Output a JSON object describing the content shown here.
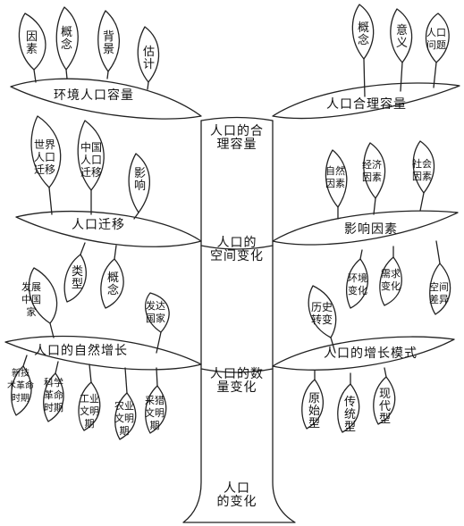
{
  "trunk": {
    "bottom": "人口\n的变化",
    "level1": "人口的数\n量变化",
    "level2": "人口的\n空间变化",
    "level3": "人口的合\n理容量"
  },
  "branches": {
    "capacity_env": {
      "title": "环境人口容量",
      "leaves": [
        "因\n素",
        "概\n念",
        "背\n景",
        "估\n计"
      ]
    },
    "capacity_reason": {
      "title": "人口合理容量",
      "leaves": [
        "概\n念",
        "意\n义",
        "人口\n问题"
      ]
    },
    "migration": {
      "title": "人口迁移",
      "leaves": [
        "世界\n人口\n迁移",
        "中国\n人口\n迁移",
        "影\n响",
        "类\n型",
        "概\n念"
      ]
    },
    "factors": {
      "title": "影响因素",
      "leaves": [
        "自然\n因素",
        "经济\n因素",
        "社会\n因素",
        "环境\n变化",
        "需求\n变化",
        "空间\n差异"
      ]
    },
    "natural_growth": {
      "title": "人口的自然增长",
      "leaves": [
        "发展\n中国\n家",
        "发达\n国家",
        "新技\n术革命\n时期",
        "科学\n革命\n时期",
        "工业\n文明\n期",
        "农业\n文明\n期",
        "采猎\n文明\n期"
      ]
    },
    "growth_mode": {
      "title": "人口的增长模式",
      "leaves": [
        "历史\n转变",
        "原\n始\n型",
        "传\n统\n型",
        "现\n代\n型"
      ]
    }
  }
}
